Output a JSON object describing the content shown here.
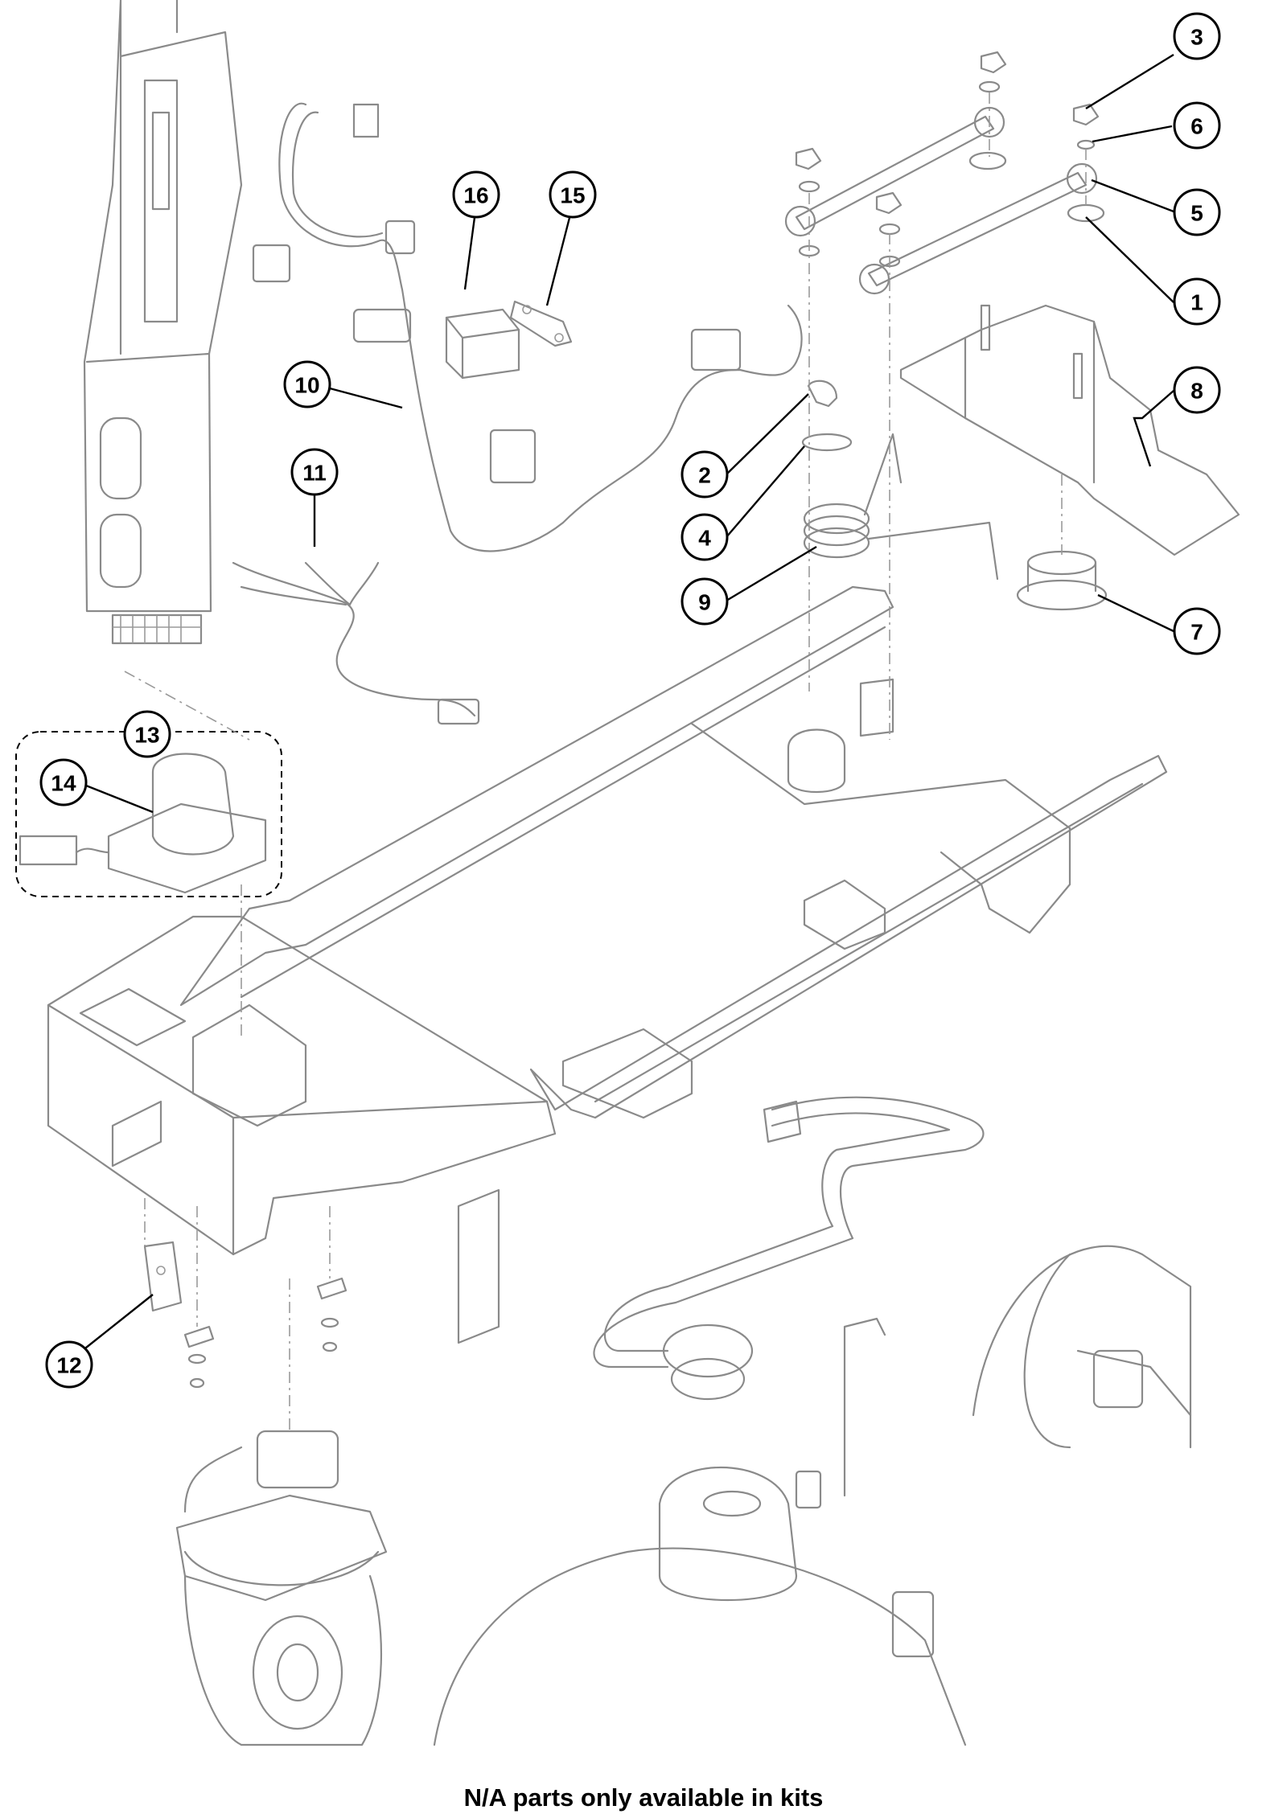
{
  "callouts": [
    {
      "label": "1"
    },
    {
      "label": "2"
    },
    {
      "label": "3"
    },
    {
      "label": "4"
    },
    {
      "label": "5"
    },
    {
      "label": "6"
    },
    {
      "label": "7"
    },
    {
      "label": "8"
    },
    {
      "label": "9"
    },
    {
      "label": "10"
    },
    {
      "label": "11"
    },
    {
      "label": "12"
    },
    {
      "label": "13"
    },
    {
      "label": "14"
    },
    {
      "label": "15"
    },
    {
      "label": "16"
    }
  ],
  "footer": {
    "note": "N/A parts only available in kits"
  },
  "colors": {
    "linework": "#8a8a8a",
    "callout": "#000000",
    "background": "#ffffff"
  }
}
